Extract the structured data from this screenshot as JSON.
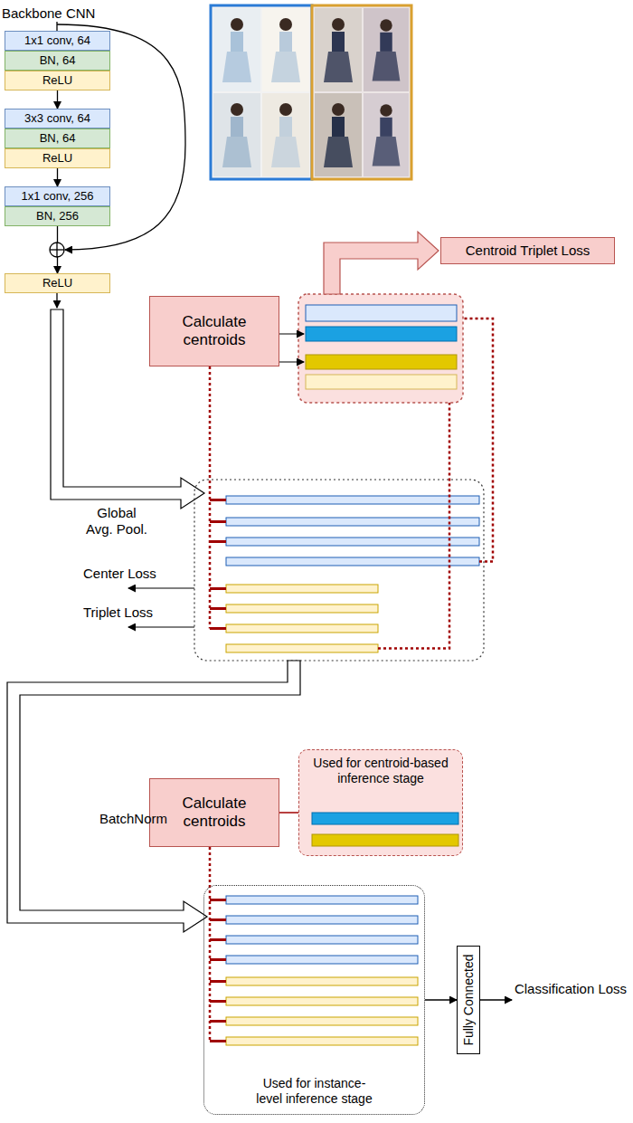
{
  "diagram": {
    "nodes": [
      {
        "text": [
          "1x1 conv, 64"
        ]
      },
      {
        "text": [
          "BN, 64"
        ]
      },
      {
        "text": [
          "ReLU"
        ]
      },
      {
        "text": [
          "3x3 conv, 64"
        ]
      },
      {
        "text": [
          "BN, 64"
        ]
      },
      {
        "text": [
          "ReLU"
        ]
      },
      {
        "text": [
          "1x1 conv, 256"
        ]
      },
      {
        "text": [
          "BN, 256"
        ]
      },
      {
        "text": [
          "ReLU"
        ]
      },
      {
        "text": [
          "Centroid Triplet Loss"
        ]
      },
      {
        "text": [
          "Calculate centroids"
        ]
      },
      {
        "text": [
          "Calculate centroids"
        ]
      },
      {
        "text": [
          "Used for centroid-based inference stage"
        ]
      },
      {
        "text": [
          "Used for instance-level inference stage"
        ]
      },
      {
        "text": [
          "Fully Connected"
        ]
      }
    ],
    "edges": [
      {
        "from": 2,
        "to": 3,
        "arrow": "to"
      },
      {
        "from": 5,
        "to": 6,
        "arrow": "to"
      },
      {
        "from": 7,
        "to": 8,
        "arrow": "to"
      },
      {
        "from": 11,
        "to": 12,
        "arrow": "none"
      },
      {
        "from": 13,
        "to": 14,
        "arrow": "to"
      }
    ],
    "labels": [
      "Backbone CNN",
      "Global Avg. Pool.",
      "Center Loss",
      "Triplet Loss",
      "BatchNorm",
      "Classification Loss"
    ]
  }
}
